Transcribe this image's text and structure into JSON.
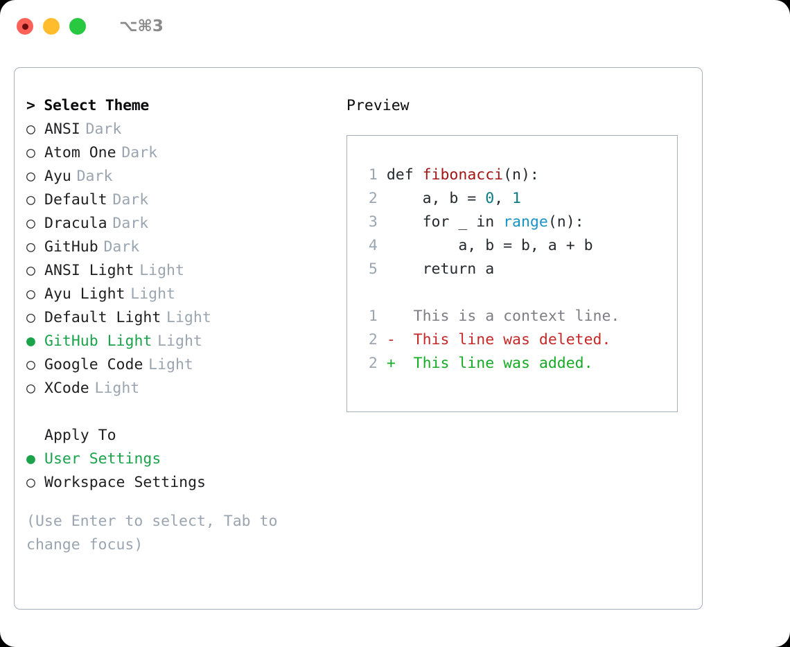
{
  "titlebar": {
    "shortcut": "⌥⌘3",
    "lights": [
      {
        "name": "close",
        "color": "#ff6159"
      },
      {
        "name": "minimize",
        "color": "#ffbd2e"
      },
      {
        "name": "zoom",
        "color": "#28c840"
      }
    ]
  },
  "colors": {
    "accent_green": "#1aa34a",
    "muted": "#9aa5b1",
    "border": "#a6b0bd",
    "text": "#1f1f22",
    "diff_add": "#15ab25",
    "diff_del": "#c62828",
    "syntax_function": "#a31515",
    "syntax_number": "#0a7b83",
    "syntax_builtin": "#1793c7"
  },
  "theme_list": {
    "caret": ">",
    "title": "Select Theme",
    "bullet_empty": "○",
    "bullet_filled": "●",
    "items": [
      {
        "name": "ANSI",
        "category": "Dark",
        "selected": false
      },
      {
        "name": "Atom One",
        "category": "Dark",
        "selected": false
      },
      {
        "name": "Ayu",
        "category": "Dark",
        "selected": false
      },
      {
        "name": "Default",
        "category": "Dark",
        "selected": false
      },
      {
        "name": "Dracula",
        "category": "Dark",
        "selected": false
      },
      {
        "name": "GitHub",
        "category": "Dark",
        "selected": false
      },
      {
        "name": "ANSI Light",
        "category": "Light",
        "selected": false
      },
      {
        "name": "Ayu Light",
        "category": "Light",
        "selected": false
      },
      {
        "name": "Default Light",
        "category": "Light",
        "selected": false
      },
      {
        "name": "GitHub Light",
        "category": "Light",
        "selected": true
      },
      {
        "name": "Google Code",
        "category": "Light",
        "selected": false
      },
      {
        "name": "XCode",
        "category": "Light",
        "selected": false
      }
    ]
  },
  "apply_to": {
    "title": "Apply To",
    "options": [
      {
        "label": "User Settings",
        "selected": true
      },
      {
        "label": "Workspace Settings",
        "selected": false
      }
    ]
  },
  "hint": "(Use Enter to select, Tab to change focus)",
  "preview": {
    "title": "Preview",
    "code_lines": [
      {
        "number": "1",
        "tokens": [
          {
            "text": "def ",
            "type": "plain"
          },
          {
            "text": "fibonacci",
            "type": "function"
          },
          {
            "text": "(n):",
            "type": "plain"
          }
        ]
      },
      {
        "number": "2",
        "tokens": [
          {
            "text": "    a, b = ",
            "type": "plain"
          },
          {
            "text": "0",
            "type": "number"
          },
          {
            "text": ", ",
            "type": "plain"
          },
          {
            "text": "1",
            "type": "number"
          }
        ]
      },
      {
        "number": "3",
        "tokens": [
          {
            "text": "    for _ in ",
            "type": "plain"
          },
          {
            "text": "range",
            "type": "builtin"
          },
          {
            "text": "(n):",
            "type": "plain"
          }
        ]
      },
      {
        "number": "4",
        "tokens": [
          {
            "text": "        a, b = b, a + b",
            "type": "plain"
          }
        ]
      },
      {
        "number": "5",
        "tokens": [
          {
            "text": "    return a",
            "type": "plain"
          }
        ]
      }
    ],
    "diff_lines": [
      {
        "number": "1",
        "marker": " ",
        "text": "This is a context line.",
        "type": "context"
      },
      {
        "number": "2",
        "marker": "-",
        "text": "This line was deleted.",
        "type": "deleted"
      },
      {
        "number": "2",
        "marker": "+",
        "text": "This line was added.",
        "type": "added"
      }
    ]
  }
}
